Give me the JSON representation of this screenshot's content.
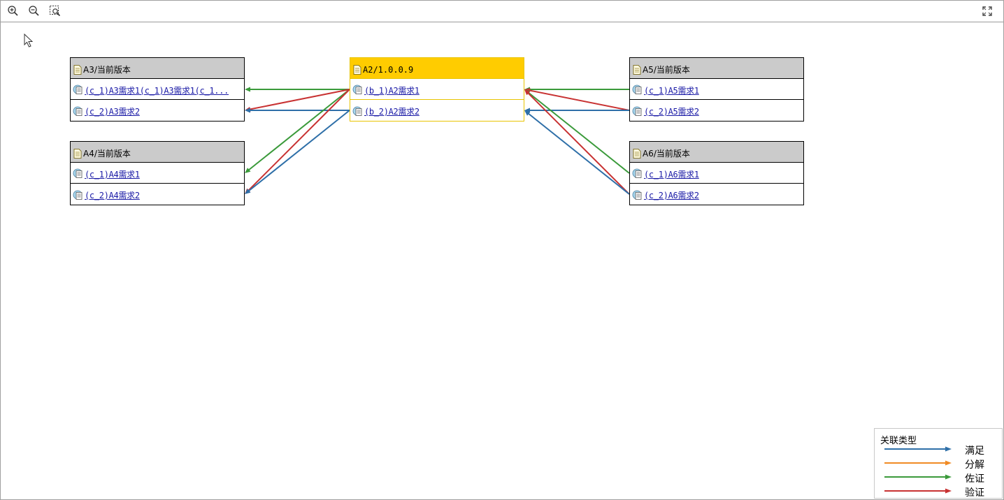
{
  "toolbar": {
    "zoom_in": "zoom-in-icon",
    "zoom_out": "zoom-out-icon",
    "fit": "fit-selection-icon",
    "fullscreen": "fullscreen-icon"
  },
  "nodes": {
    "A3": {
      "title": "A3/当前版本",
      "rows": [
        "(c_1)A3需求1(c_1)A3需求1(c_1...",
        "(c_2)A3需求2"
      ]
    },
    "A4": {
      "title": "A4/当前版本",
      "rows": [
        "(c_1)A4需求1",
        "(c_2)A4需求2"
      ]
    },
    "A2": {
      "title": "A2/1.0.0.9",
      "rows": [
        "(b_1)A2需求1",
        "(b_2)A2需求2"
      ]
    },
    "A5": {
      "title": "A5/当前版本",
      "rows": [
        "(c_1)A5需求1",
        "(c_2)A5需求2"
      ]
    },
    "A6": {
      "title": "A6/当前版本",
      "rows": [
        "(c_1)A6需求1",
        "(c_2)A6需求2"
      ]
    }
  },
  "colors": {
    "满足": "#2e6fa8",
    "分解": "#f08a24",
    "佐证": "#3a9a3a",
    "验证": "#c83232"
  },
  "links": [
    {
      "from": "A2.0",
      "to": "A3.0",
      "type": "佐证"
    },
    {
      "from": "A2.0",
      "to": "A3.1",
      "type": "验证"
    },
    {
      "from": "A2.1",
      "to": "A3.1",
      "type": "满足"
    },
    {
      "from": "A2.0",
      "to": "A4.0",
      "type": "佐证"
    },
    {
      "from": "A2.0",
      "to": "A4.1",
      "type": "验证"
    },
    {
      "from": "A2.1",
      "to": "A4.1",
      "type": "满足"
    },
    {
      "from": "A5.0",
      "to": "A2.0",
      "type": "佐证"
    },
    {
      "from": "A5.1",
      "to": "A2.0",
      "type": "验证"
    },
    {
      "from": "A5.1",
      "to": "A2.1",
      "type": "满足"
    },
    {
      "from": "A6.0",
      "to": "A2.0",
      "type": "佐证"
    },
    {
      "from": "A6.1",
      "to": "A2.0",
      "type": "验证"
    },
    {
      "from": "A6.1",
      "to": "A2.1",
      "type": "满足"
    }
  ],
  "legend": {
    "title": "关联类型",
    "items": [
      {
        "label": "满足",
        "color": "#2e6fa8"
      },
      {
        "label": "分解",
        "color": "#f08a24"
      },
      {
        "label": "佐证",
        "color": "#3a9a3a"
      },
      {
        "label": "验证",
        "color": "#c83232"
      }
    ]
  }
}
